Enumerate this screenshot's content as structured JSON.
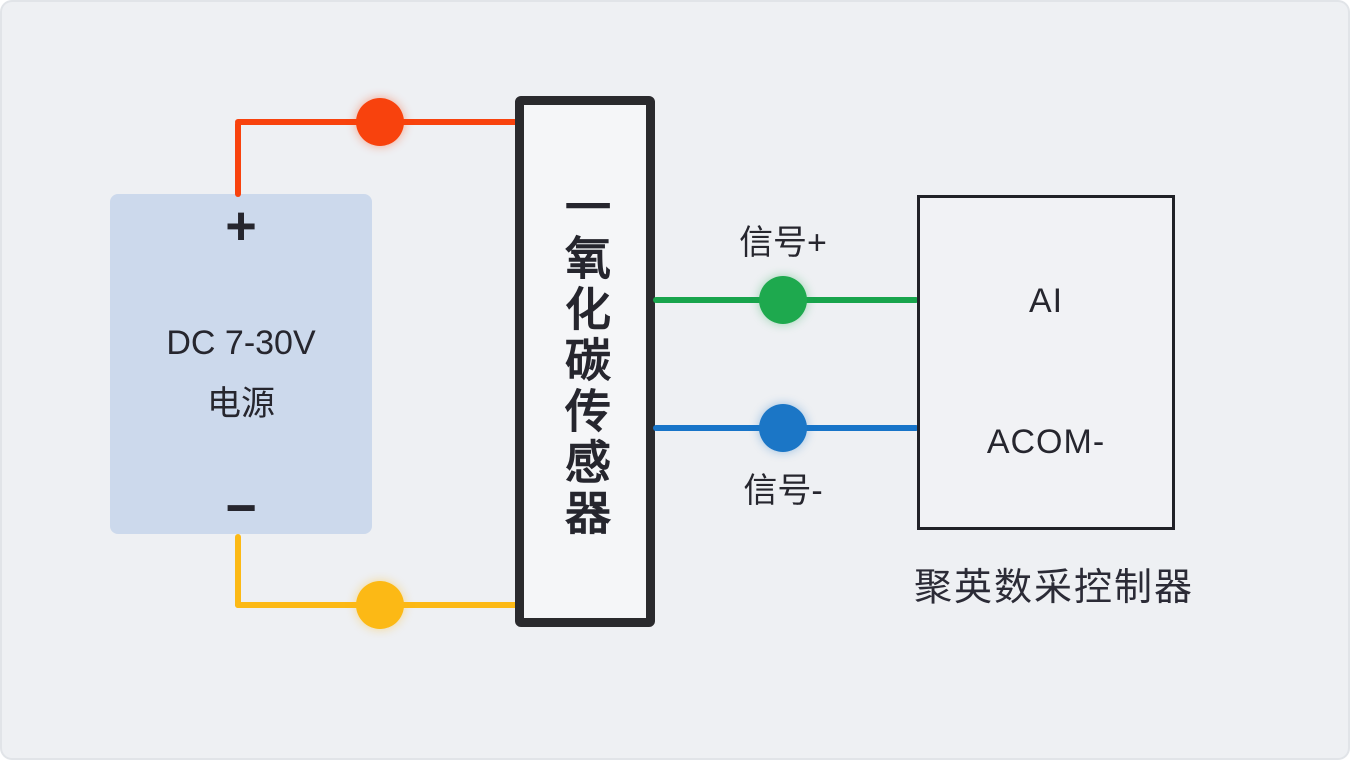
{
  "colors": {
    "background": "#eef0f3",
    "power_box_fill": "#ccd9ec",
    "box_border_dark": "#2a2a2d",
    "text": "#26262e",
    "wire_power_positive": "#f8420d",
    "wire_power_negative": "#fcb915",
    "wire_signal_plus": "#18a44c",
    "wire_signal_minus": "#1774c8"
  },
  "power_supply": {
    "positive_symbol": "+",
    "line1": "DC 7-30V",
    "line2": "电源",
    "negative_symbol": "−"
  },
  "sensor": {
    "label": "一氧化碳传感器"
  },
  "controller": {
    "terminal_ai": "AI",
    "terminal_acom": "ACOM-",
    "caption": "聚英数采控制器"
  },
  "wires": [
    {
      "name": "power-positive",
      "color": "#f8420d",
      "from": "电源 +",
      "to": "一氧化碳传感器"
    },
    {
      "name": "power-negative",
      "color": "#fcb915",
      "from": "电源 −",
      "to": "一氧化碳传感器"
    },
    {
      "name": "signal-plus",
      "label": "信号+",
      "color": "#18a44c",
      "from": "一氧化碳传感器",
      "to": "AI"
    },
    {
      "name": "signal-minus",
      "label": "信号-",
      "color": "#1774c8",
      "from": "一氧化碳传感器",
      "to": "ACOM-"
    }
  ]
}
